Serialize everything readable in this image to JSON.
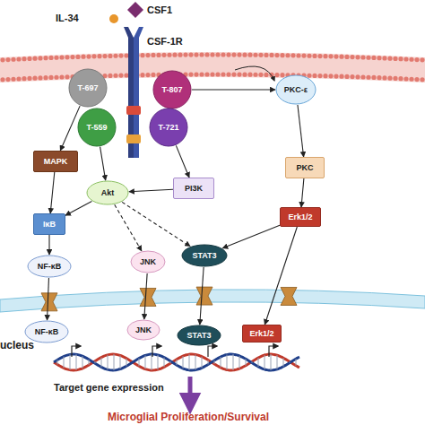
{
  "diagram": {
    "nodes": [
      {
        "text": [
          "T-697"
        ]
      },
      {
        "text": [
          "T-807"
        ]
      },
      {
        "text": [
          "T-559"
        ]
      },
      {
        "text": [
          "T-721"
        ]
      },
      {
        "text": [
          "PKC-ε"
        ]
      },
      {
        "text": [
          "MAPK"
        ]
      },
      {
        "text": [
          "PKC"
        ]
      },
      {
        "text": [
          "Akt"
        ]
      },
      {
        "text": [
          "PI3K"
        ]
      },
      {
        "text": [
          "IκB"
        ]
      },
      {
        "text": [
          "Erk1/2"
        ]
      },
      {
        "text": [
          "NF-κB"
        ]
      },
      {
        "text": [
          "JNK"
        ]
      },
      {
        "text": [
          "STAT3"
        ]
      },
      {
        "text": [
          "NF-κB"
        ]
      },
      {
        "text": [
          "JNK"
        ]
      },
      {
        "text": [
          "STAT3"
        ]
      },
      {
        "text": [
          "Erk1/2"
        ]
      }
    ],
    "edges": [
      {
        "from": 0,
        "to": 5,
        "arrow": "to"
      },
      {
        "from": 1,
        "to": 4,
        "arrow": "to"
      },
      {
        "from": 2,
        "to": 7,
        "arrow": "to"
      },
      {
        "from": 3,
        "to": 8,
        "arrow": "to"
      },
      {
        "from": 4,
        "to": 6,
        "arrow": "to"
      },
      {
        "from": 6,
        "to": 10,
        "arrow": "to"
      },
      {
        "from": 10,
        "to": 13,
        "arrow": "to"
      },
      {
        "from": 10,
        "to": 17,
        "arrow": "to"
      },
      {
        "from": 5,
        "to": 9,
        "arrow": "to"
      },
      {
        "from": 8,
        "to": 7,
        "arrow": "to"
      },
      {
        "from": 7,
        "to": 9,
        "arrow": "to"
      },
      {
        "from": 7,
        "to": 12,
        "arrow": "to"
      },
      {
        "from": 7,
        "to": 13,
        "arrow": "to"
      },
      {
        "from": 9,
        "to": 11,
        "arrow": "to"
      },
      {
        "from": 11,
        "to": 14,
        "arrow": "to"
      },
      {
        "from": 12,
        "to": 15,
        "arrow": "to"
      },
      {
        "from": 13,
        "to": 16,
        "arrow": "to"
      }
    ],
    "labels": [
      "IL-34",
      "CSF1",
      "CSF-1R",
      "ucleus",
      "Target gene expression",
      "Microglial Proliferation/Survival"
    ]
  }
}
